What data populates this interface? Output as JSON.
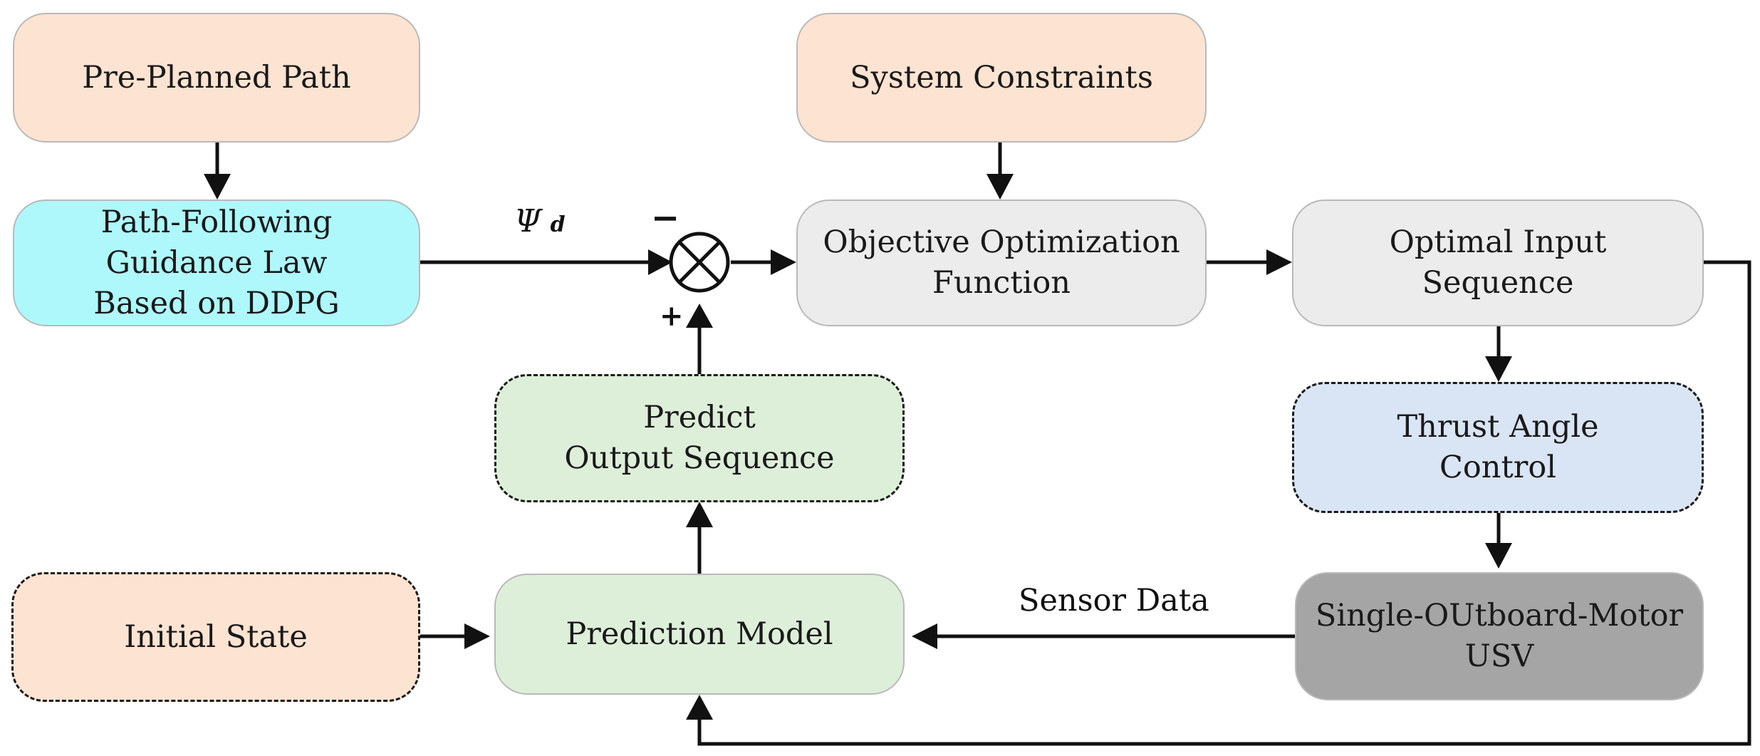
{
  "diagram": {
    "nodes": {
      "pre_planned_path": {
        "label": "Pre-Planned Path",
        "fill": "#fde3d2"
      },
      "guidance_law": {
        "label": "Path-Following\nGuidance Law\nBased on DDPG",
        "fill": "#aef8fb"
      },
      "system_constraints": {
        "label": "System Constraints",
        "fill": "#fde3d2"
      },
      "objective_function": {
        "label": "Objective Optimization\nFunction",
        "fill": "#ececec"
      },
      "optimal_input": {
        "label": "Optimal Input\nSequence",
        "fill": "#ececec"
      },
      "predict_output": {
        "label": "Predict\nOutput Sequence",
        "fill": "#deefd9"
      },
      "thrust_angle": {
        "label": "Thrust Angle\nControl",
        "fill": "#d9e5f5"
      },
      "initial_state": {
        "label": "Initial State",
        "fill": "#fde3d2"
      },
      "prediction_model": {
        "label": "Prediction Model",
        "fill": "#deefd9"
      },
      "usv": {
        "label": "Single-OUtboard-Motor\nUSV",
        "fill": "#a5a5a5"
      }
    },
    "edge_labels": {
      "psi_symbol": "Ψ",
      "psi_subscript": "d",
      "sensor_data": "Sensor Data",
      "minus": "−",
      "plus": "+"
    },
    "colors": {
      "line": "#111111",
      "box_border": "#b9b9b9"
    }
  }
}
